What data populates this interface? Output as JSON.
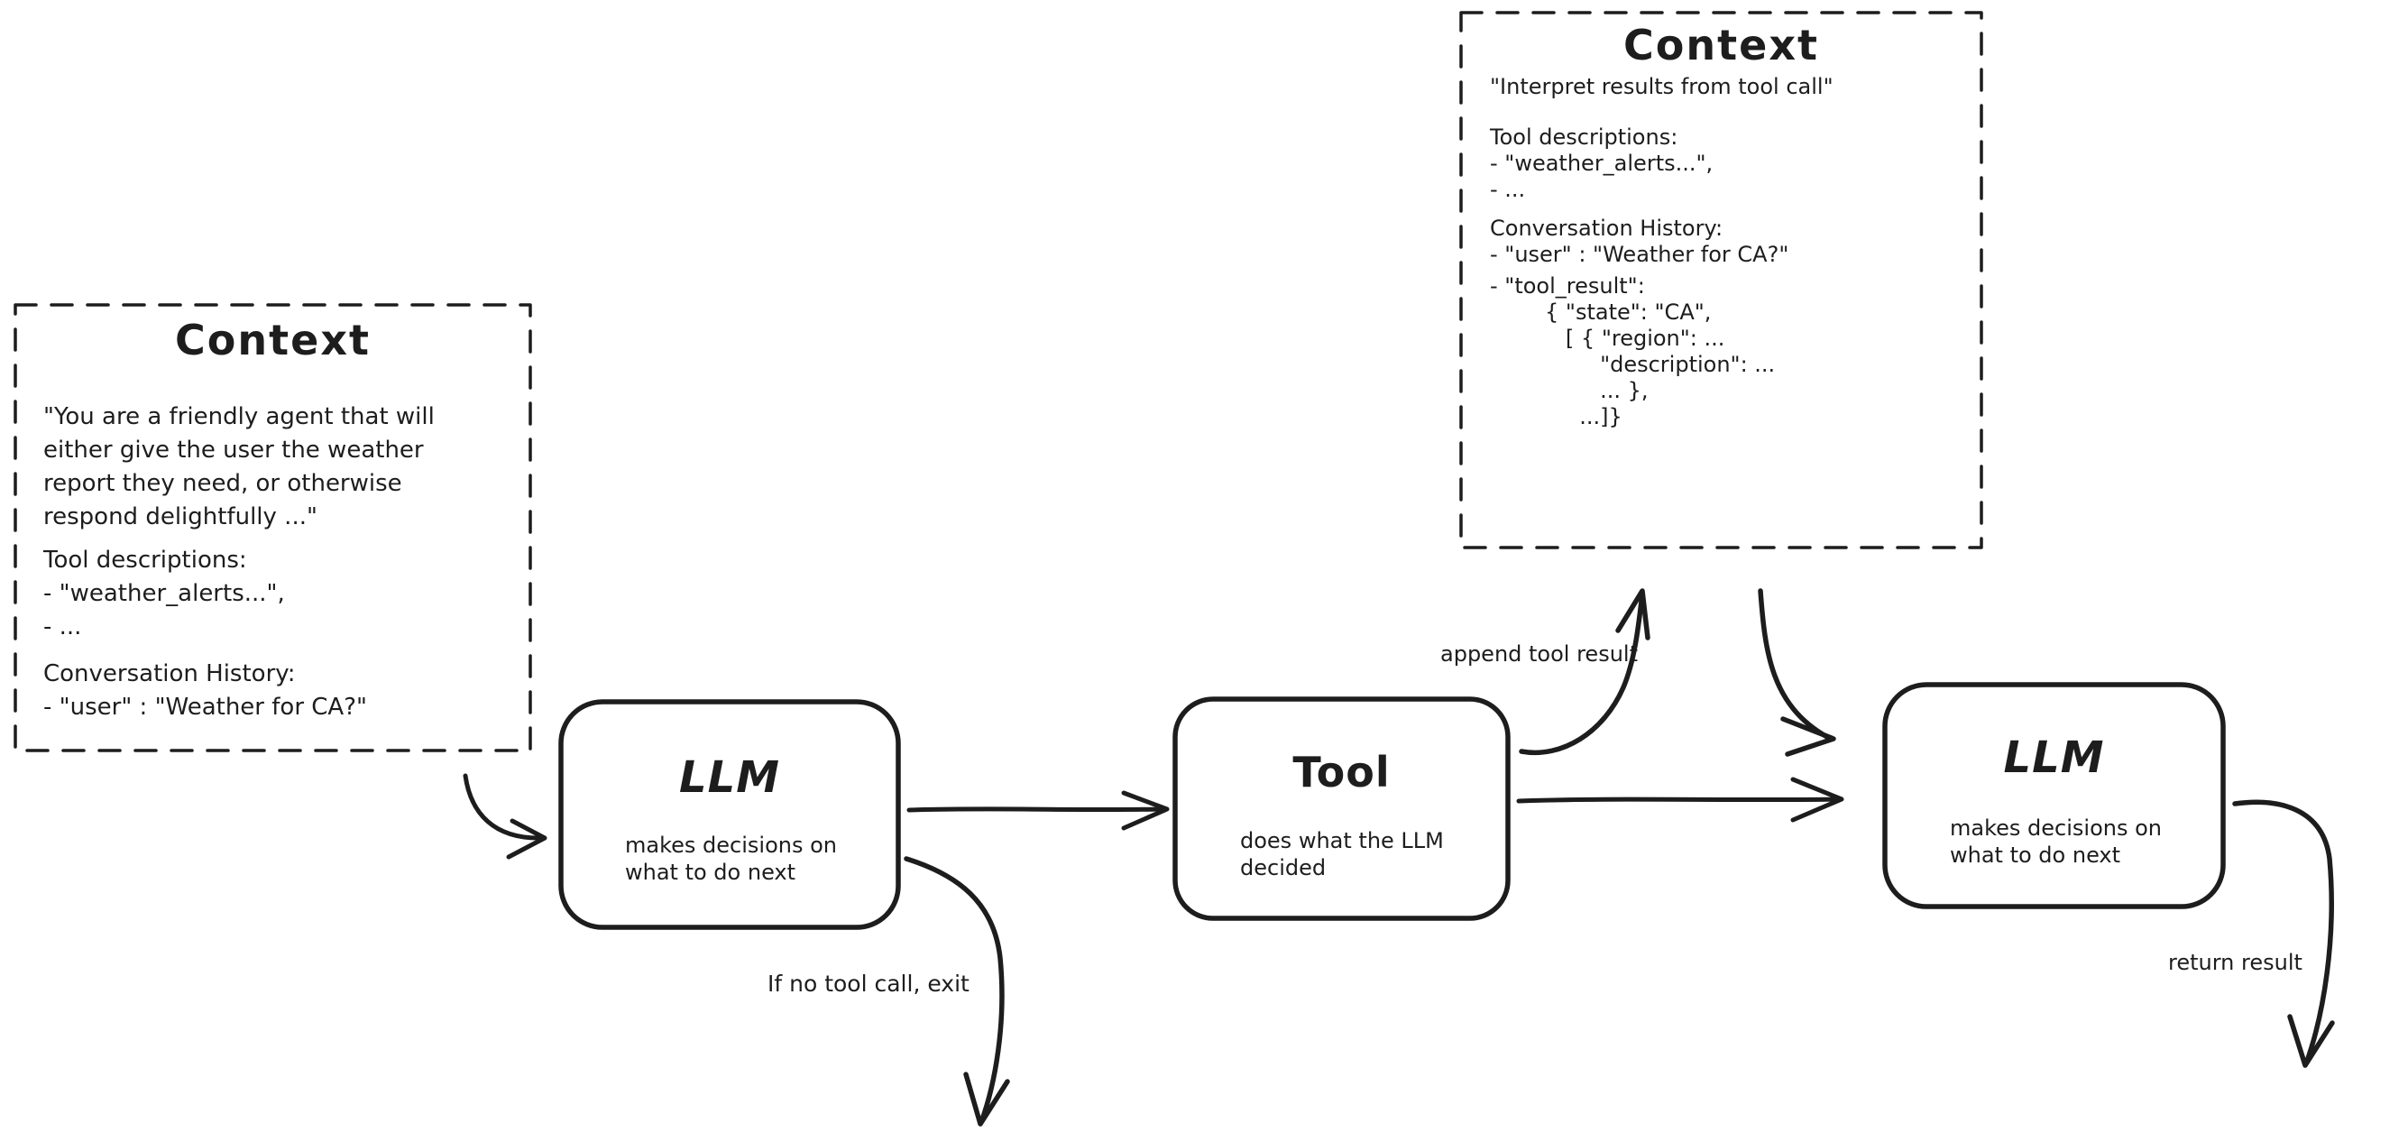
{
  "context_left": {
    "title": "Context",
    "system_prompt": "\"You are a friendly agent that will\neither give the user the weather\nreport they need, or otherwise\nrespond delightfully ...\"",
    "tool_descriptions": "Tool descriptions:\n- \"weather_alerts...\",\n- ...",
    "conversation_history": "Conversation History:\n- \"user\" : \"Weather for CA?\""
  },
  "context_top": {
    "title": "Context",
    "instruction": "\"Interpret results from tool call\"",
    "tool_descriptions": "Tool descriptions:\n- \"weather_alerts...\",\n- ...",
    "conversation_history": "Conversation History:\n- \"user\" : \"Weather for CA?\"",
    "tool_result": "- \"tool_result\":\n        { \"state\": \"CA\",\n           [ { \"region\": ...\n                \"description\": ...\n                ... },\n             ...]}"
  },
  "nodes": {
    "llm_first": {
      "title": "LLM",
      "subtitle": "makes decisions on\nwhat to do next"
    },
    "tool": {
      "title": "Tool",
      "subtitle": "does what the LLM\ndecided"
    },
    "llm_second": {
      "title": "LLM",
      "subtitle": "makes decisions on\nwhat to do next"
    }
  },
  "edge_labels": {
    "append_tool_result": "append tool result",
    "no_tool_call_exit": "If no tool call, exit",
    "return_result": "return result"
  },
  "colors": {
    "ink": "#1d1d1d",
    "background": "#ffffff"
  }
}
